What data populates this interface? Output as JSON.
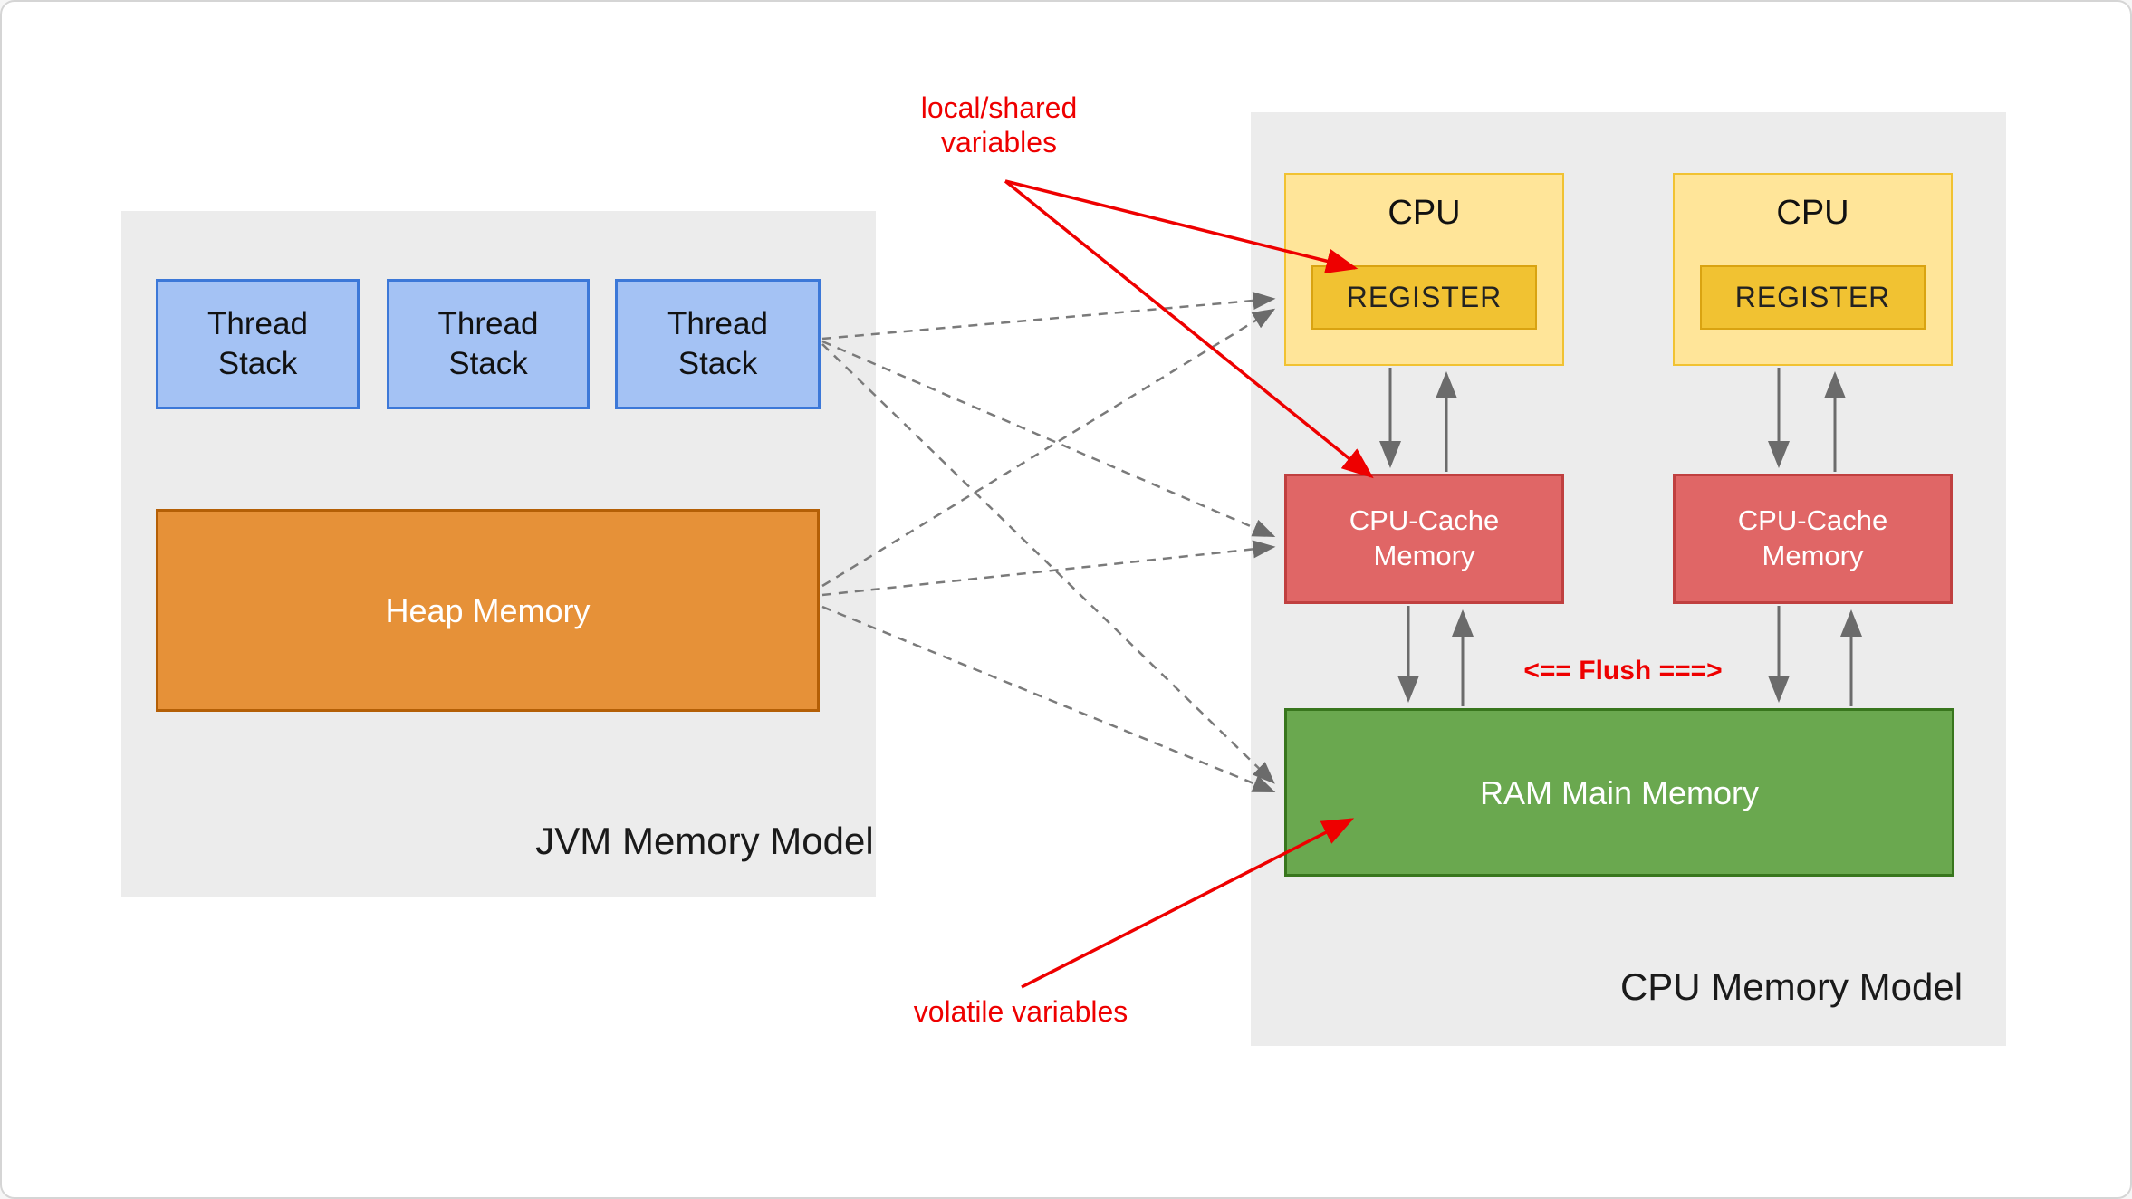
{
  "jvm": {
    "panel_label": "JVM Memory Model",
    "thread_stacks": [
      {
        "label": "Thread Stack"
      },
      {
        "label": "Thread Stack"
      },
      {
        "label": "Thread Stack"
      }
    ],
    "heap_label": "Heap Memory"
  },
  "cpu": {
    "panel_label": "CPU Memory Model",
    "units": [
      {
        "label": "CPU",
        "register": "REGISTER",
        "cache": "CPU-Cache Memory"
      },
      {
        "label": "CPU",
        "register": "REGISTER",
        "cache": "CPU-Cache Memory"
      }
    ],
    "ram_label": "RAM Main Memory",
    "flush_label": "<== Flush ===>"
  },
  "annotations": {
    "local_shared": "local/shared variables",
    "volatile": "volatile variables"
  },
  "colors": {
    "panel_fill": "#ececec",
    "thread_stack_fill": "#a4c2f4",
    "thread_stack_border": "#3c78d8",
    "heap_fill": "#e69138",
    "cpu_fill": "#ffe599",
    "register_fill": "#f1c232",
    "cache_fill": "#e06666",
    "ram_fill": "#6aa84f",
    "annotation_red": "#ee0000",
    "connector_gray": "#6b6b6b"
  }
}
